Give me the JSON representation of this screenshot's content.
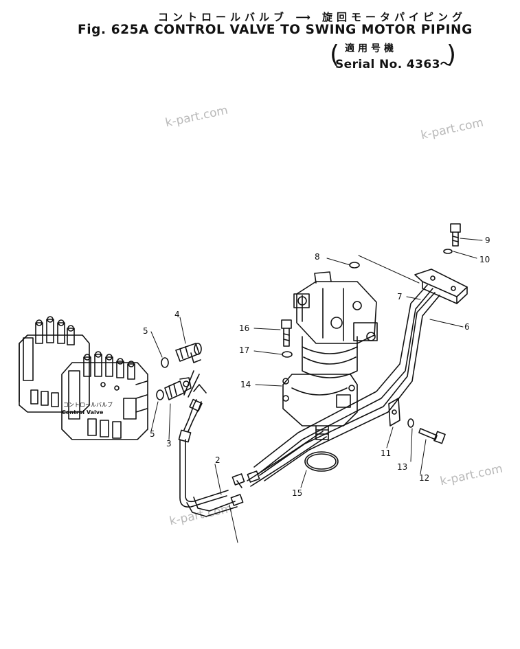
{
  "title": {
    "japanese": "コントロールバルブ ⟶ 旋回モータパイピング",
    "english": "Fig. 625A  CONTROL VALVE TO SWING MOTOR PIPING"
  },
  "applicability": {
    "japanese": "適用号機",
    "serial": "Serial No. 4363～"
  },
  "watermarks": [
    "k-part.com",
    "k-part.com",
    "k-part.com",
    "k-part.com"
  ],
  "component_label": {
    "japanese": "コントロールバルブ",
    "english": "Control Valve"
  },
  "callouts": [
    "2",
    "3",
    "4",
    "5",
    "5",
    "6",
    "7",
    "8",
    "9",
    "10",
    "11",
    "12",
    "13",
    "14",
    "15",
    "16",
    "17"
  ]
}
